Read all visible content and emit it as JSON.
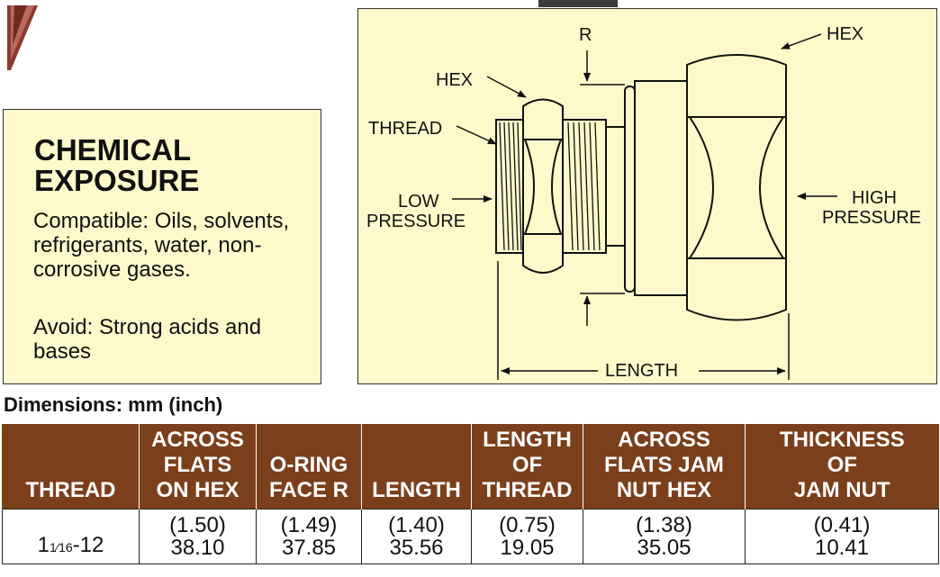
{
  "chemical_exposure": {
    "title_line1": "CHEMICAL",
    "title_line2": "EXPOSURE",
    "compatible_text": "Compatible: Oils, solvents, refrigerants, water, non-corrosive gases.",
    "avoid_text": "Avoid: Strong acids and bases"
  },
  "diagram": {
    "labels": {
      "r": "R",
      "hex_left": "HEX",
      "hex_right": "HEX",
      "thread": "THREAD",
      "low_pressure_1": "LOW",
      "low_pressure_2": "PRESSURE",
      "high_pressure_1": "HIGH",
      "high_pressure_2": "PRESSURE",
      "length": "LENGTH"
    }
  },
  "dimensions_label": "Dimensions: mm (inch)",
  "table": {
    "headers": [
      [
        "THREAD"
      ],
      [
        "ACROSS",
        "FLATS",
        "ON HEX"
      ],
      [
        "O-RING",
        "FACE R"
      ],
      [
        "LENGTH"
      ],
      [
        "LENGTH",
        "OF",
        "THREAD"
      ],
      [
        "ACROSS",
        "FLATS JAM",
        "NUT HEX"
      ],
      [
        "THICKNESS",
        "OF",
        "JAM NUT"
      ]
    ],
    "row": {
      "thread_whole": "1",
      "thread_frac": "1⁄16",
      "thread_tail": "-12",
      "across_flats_inch": "(1.50)",
      "across_flats_mm": "38.10",
      "oring_face_inch": "(1.49)",
      "oring_face_mm": "37.85",
      "length_inch": "(1.40)",
      "length_mm": "35.56",
      "length_thread_inch": "(0.75)",
      "length_thread_mm": "19.05",
      "jam_hex_inch": "(1.38)",
      "jam_hex_mm": "35.05",
      "jam_thick_inch": "(0.41)",
      "jam_thick_mm": "10.41"
    }
  },
  "colors": {
    "panel_bg": "#fdf9cb",
    "header_bg": "#7b3f1b"
  }
}
